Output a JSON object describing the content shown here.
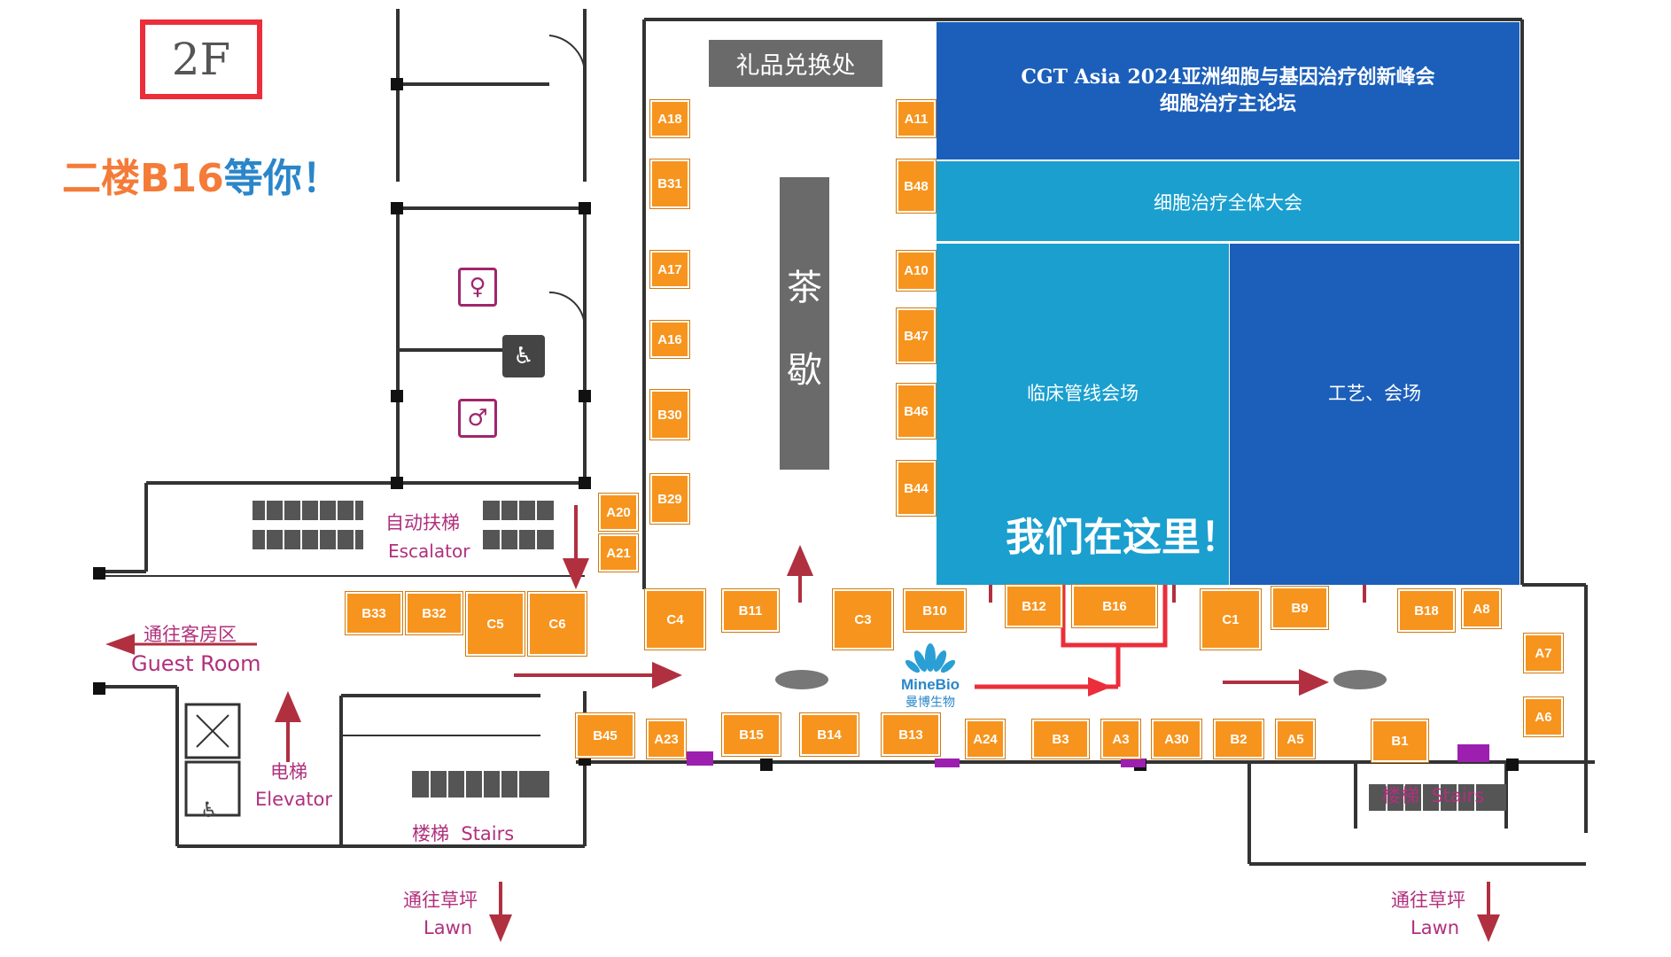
{
  "floor_label": "2F",
  "headline": {
    "part1": "二楼B16",
    "part2": "等你！"
  },
  "gift_counter": "礼品兑换处",
  "tea_break": {
    "char1": "茶",
    "char2": "歇"
  },
  "venues": {
    "main_forum": {
      "line1": "CGT Asia 2024亚洲细胞与基因治疗创新峰会",
      "line2": "细胞治疗主论坛"
    },
    "plenary": "细胞治疗全体大会",
    "clinical": "临床管线会场",
    "process": "工艺、会场"
  },
  "we_are_here": "我们在这里！",
  "escalator": {
    "cn": "自动扶梯",
    "en": "Escalator"
  },
  "guest_room": {
    "cn": "通往客房区",
    "en": "Guest Room"
  },
  "elevator": {
    "cn": "电梯",
    "en": "Elevator"
  },
  "stairs_left": {
    "cn": "楼梯",
    "en": "Stairs"
  },
  "stairs_right": {
    "cn": "楼梯",
    "en": "Stairs"
  },
  "lawn_left": {
    "cn": "通往草坪",
    "en": "Lawn"
  },
  "lawn_right": {
    "cn": "通往草坪",
    "en": "Lawn"
  },
  "logo": {
    "en": "MineBio",
    "cn": "曼博生物"
  },
  "booths": {
    "A18": "A18",
    "B31": "B31",
    "A17": "A17",
    "A16": "A16",
    "B30": "B30",
    "B29": "B29",
    "A11": "A11",
    "B48": "B48",
    "A10": "A10",
    "B47": "B47",
    "B46": "B46",
    "B44": "B44",
    "A20": "A20",
    "A21": "A21",
    "B33": "B33",
    "B32": "B32",
    "C5": "C5",
    "C6": "C6",
    "C4": "C4",
    "B11": "B11",
    "C3": "C3",
    "B10": "B10",
    "B12": "B12",
    "B16": "B16",
    "C1": "C1",
    "B9": "B9",
    "B18": "B18",
    "A8": "A8",
    "A7": "A7",
    "A6": "A6",
    "B45": "B45",
    "A23": "A23",
    "B15": "B15",
    "B14": "B14",
    "B13": "B13",
    "A24": "A24",
    "B3": "B3",
    "A3": "A3",
    "A30": "A30",
    "B2": "B2",
    "A5": "A5",
    "B1": "B1"
  },
  "colors": {
    "booth": "#f7941d",
    "dark_blue": "#1c5fba",
    "teal": "#1a9fcf",
    "wall": "#333333",
    "accent_red": "#ec2d3a",
    "route_arrow": "#b03040",
    "headline_orange": "#f47b38",
    "headline_blue": "#2a86c9",
    "restroom_icon": "#a0266d"
  }
}
